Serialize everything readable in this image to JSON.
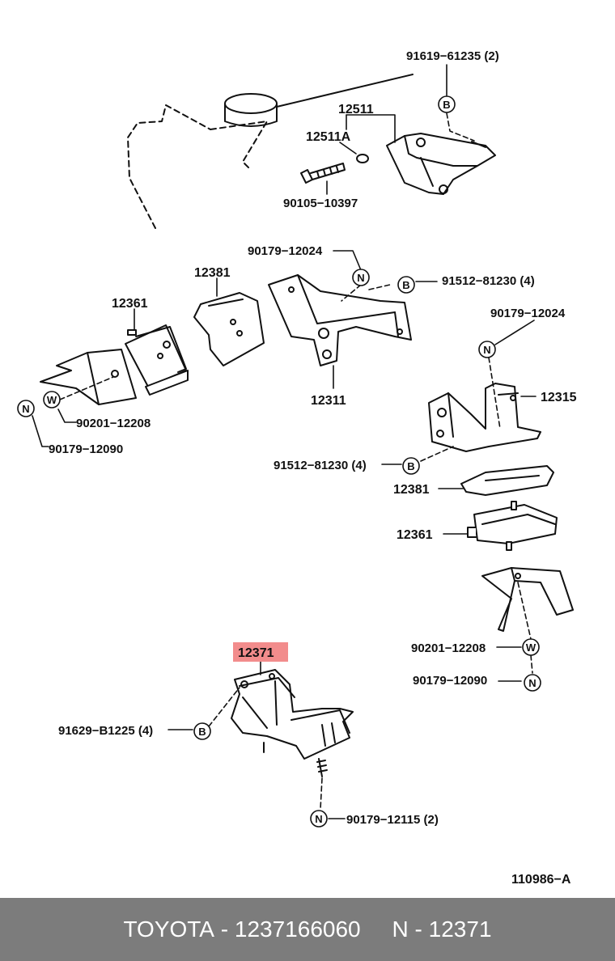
{
  "diagram": {
    "colors": {
      "highlight": "#f28c8c",
      "line": "#111111",
      "footer_bg": "#7c7c7c"
    },
    "labels": {
      "p91619": "91619−61235 (2)",
      "p12511": "12511",
      "p12511a": "12511A",
      "p90105": "90105−10397",
      "p90179_12024_a": "90179−12024",
      "p91512_a": "91512−81230 (4)",
      "p12381_a": "12381",
      "p12361_a": "12361",
      "p12311": "12311",
      "p90201_a": "90201−12208",
      "p90179_12090_a": "90179−12090",
      "p90179_12024_b": "90179−12024",
      "p12315": "12315",
      "p91512_b": "91512−81230 (4)",
      "p12381_b": "12381",
      "p12361_b": "12361",
      "p90201_b": "90201−12208",
      "p90179_12090_b": "90179−12090",
      "p12371": "12371",
      "p91629": "91629−B1225 (4)",
      "p90179_12115": "90179−12115 (2)",
      "ref": "110986−A"
    },
    "symbols": {
      "b": "B",
      "n": "N",
      "w": "W"
    }
  },
  "footer": {
    "brand": "TOYOTA",
    "sep1": " - ",
    "part_number": "1237166060",
    "gap": "     ",
    "prefix": "N",
    "sep2": " - ",
    "ref": "12371"
  }
}
